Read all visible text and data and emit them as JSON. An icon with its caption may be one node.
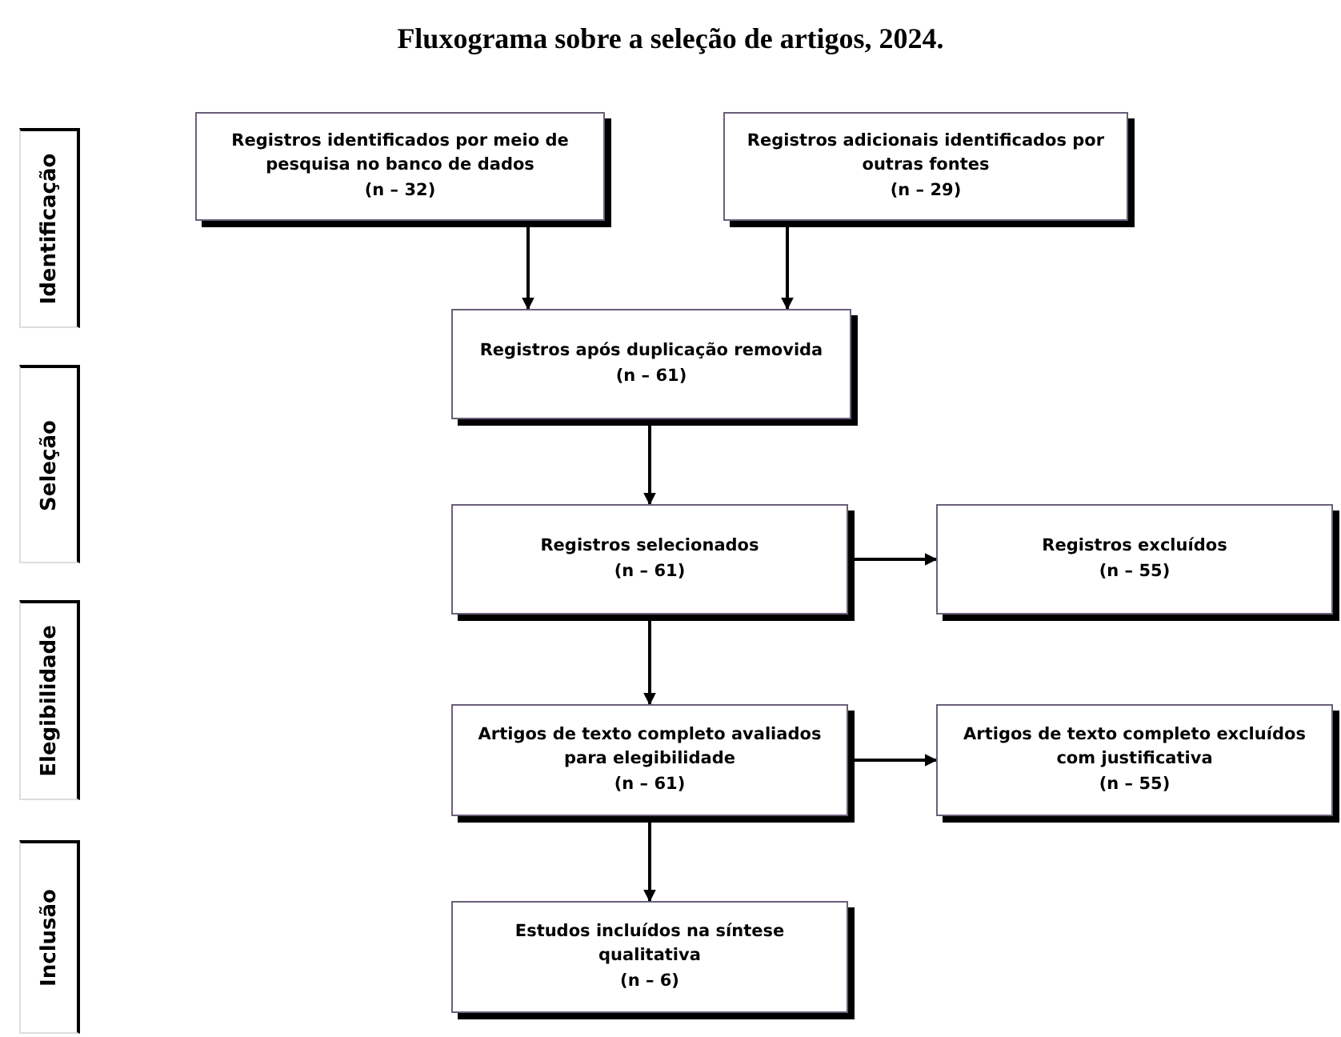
{
  "diagram": {
    "title": "Fluxograma sobre a seleção de artigos, 2024.",
    "nodes": [
      {
        "text": [
          "Identificação"
        ]
      },
      {
        "text": [
          "Registros identificados por meio de pesquisa no banco de dados",
          "(n – 32)"
        ]
      },
      {
        "text": [
          "Registros adicionais identificados por outras fontes",
          "(n – 29)"
        ]
      },
      {
        "text": [
          "Seleção"
        ]
      },
      {
        "text": [
          "Registros após duplicação removida",
          "(n – 61)"
        ]
      },
      {
        "text": [
          "Registros selecionados",
          "(n – 61)"
        ]
      },
      {
        "text": [
          "Registros excluídos",
          "(n – 55)"
        ]
      },
      {
        "text": [
          "Elegibilidade"
        ]
      },
      {
        "text": [
          "Artigos de texto completo avaliados para elegibilidade",
          "(n – 61)"
        ]
      },
      {
        "text": [
          "Artigos de texto completo excluídos com justificativa",
          "(n – 55)"
        ]
      },
      {
        "text": [
          "Inclusão"
        ]
      },
      {
        "text": [
          "Estudos incluídos na síntese qualitativa",
          "(n – 6)"
        ]
      }
    ],
    "edges": [
      {
        "from": 1,
        "to": 4,
        "arrow": "to"
      },
      {
        "from": 2,
        "to": 4,
        "arrow": "to"
      },
      {
        "from": 4,
        "to": 5,
        "arrow": "to"
      },
      {
        "from": 5,
        "to": 6,
        "arrow": "to"
      },
      {
        "from": 5,
        "to": 8,
        "arrow": "to"
      },
      {
        "from": 8,
        "to": 9,
        "arrow": "to"
      },
      {
        "from": 8,
        "to": 11,
        "arrow": "to"
      }
    ]
  }
}
